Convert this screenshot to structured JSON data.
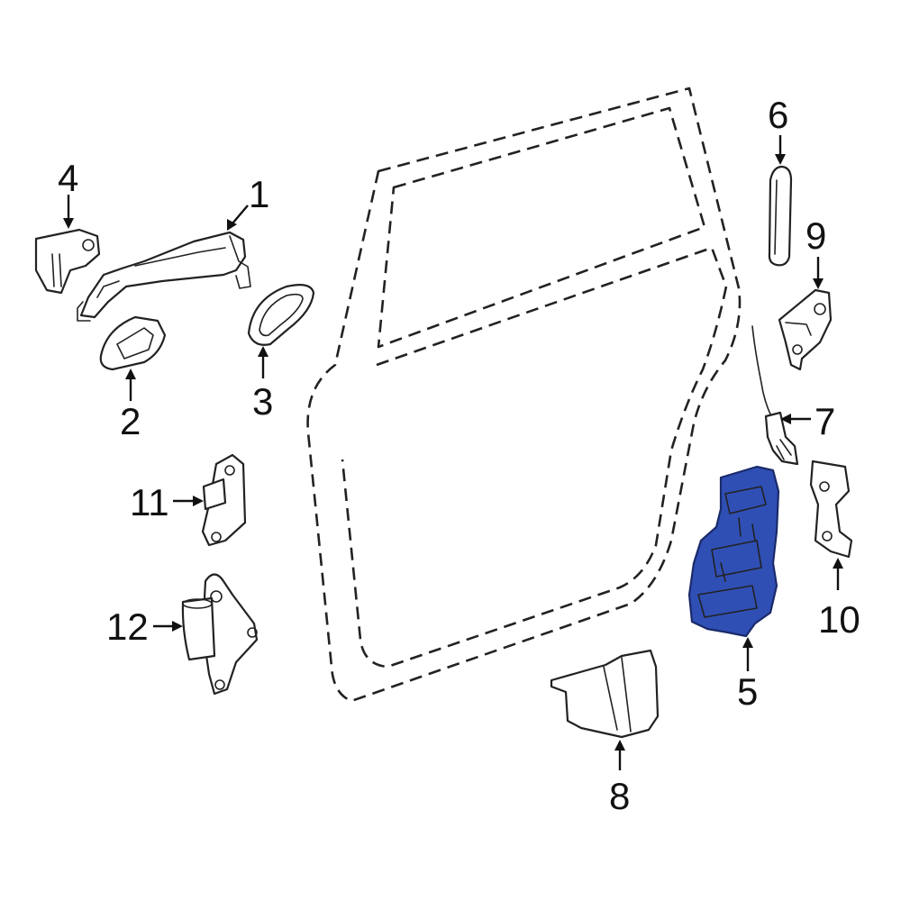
{
  "diagram": {
    "highlight_color": "#2f4fb5",
    "outline_color": "#222222",
    "callouts": [
      {
        "id": "callout-1",
        "label": "1"
      },
      {
        "id": "callout-2",
        "label": "2"
      },
      {
        "id": "callout-3",
        "label": "3"
      },
      {
        "id": "callout-4",
        "label": "4"
      },
      {
        "id": "callout-5",
        "label": "5"
      },
      {
        "id": "callout-6",
        "label": "6"
      },
      {
        "id": "callout-7",
        "label": "7"
      },
      {
        "id": "callout-8",
        "label": "8"
      },
      {
        "id": "callout-9",
        "label": "9"
      },
      {
        "id": "callout-10",
        "label": "10"
      },
      {
        "id": "callout-11",
        "label": "11"
      },
      {
        "id": "callout-12",
        "label": "12"
      }
    ]
  }
}
